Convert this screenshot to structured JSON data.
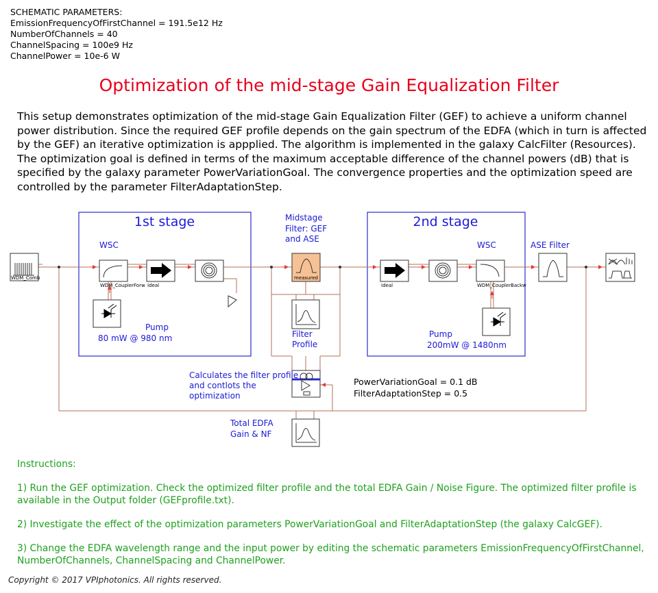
{
  "schematic_parameters": {
    "heading": "SCHEMATIC PARAMETERS:",
    "lines": [
      "EmissionFrequencyOfFirstChannel = 191.5e12 Hz",
      "NumberOfChannels = 40",
      "ChannelSpacing = 100e9 Hz",
      "ChannelPower = 10e-6 W"
    ]
  },
  "title": "Optimization of the mid-stage Gain Equalization Filter",
  "description": "This setup demonstrates optimization of the mid-stage Gain Equalization Filter (GEF) to achieve a uniform channel power distribution. Since the required GEF profile depends on the gain spectrum of the EDFA (which in turn is affected by the GEF) an iterative optimization is appplied. The algorithm is implemented in the galaxy CalcFilter (Resources). The optimization goal is defined in terms of the maximum acceptable difference of the channel powers (dB) that is specified by the galaxy parameter PowerVariationGoal. The convergence properties and the optimization speed are controlled by the parameter FilterAdaptationStep.",
  "diagram": {
    "stage1": {
      "title": "1st stage",
      "wsc": "WSC",
      "pump_label": "Pump",
      "pump_value": "80 mW @ 980 nm",
      "coupler_name": "WDM_CouplerForw",
      "isolator_name": "Ideal"
    },
    "stage2": {
      "title": "2nd stage",
      "wsc": "WSC",
      "pump_label": "Pump",
      "pump_value": "200mW @ 1480nm",
      "coupler_name": "WDM_CouplerBackw",
      "isolator_name": "Ideal"
    },
    "midstage": {
      "line1": "Midstage",
      "line2": "Filter: GEF",
      "line3": "and ASE",
      "block_label": "measured"
    },
    "ase_filter": "ASE Filter",
    "filter_profile": {
      "line1": "Filter",
      "line2": "Profile"
    },
    "calc": {
      "line1": "Calculates the filter profile",
      "line2": "and contlots the",
      "line3": "optimization"
    },
    "params": {
      "goal": "PowerVariationGoal = 0.1 dB",
      "step": "FilterAdaptationStep = 0.5"
    },
    "total_edfa": {
      "line1": "Total EDFA",
      "line2": "Gain & NF"
    },
    "source_name": "WDM_Comb"
  },
  "instructions": {
    "heading": "Instructions:",
    "items": [
      "1) Run the GEF optimization. Check the optimized filter profile and the total EDFA Gain / Noise Figure. The optimized filter profile is available in the Output folder (GEFprofile.txt).",
      "2) Investigate the effect of the optimization parameters PowerVariationGoal and FilterAdaptationStep (the galaxy CalcGEF).",
      "3) Change the EDFA wavelength range and the input power by editing the schematic parameters EmissionFrequencyOfFirstChannel, NumberOfChannels, ChannelSpacing and ChannelPower."
    ]
  },
  "copyright": "Copyright © 2017 VPIphotonics. All rights reserved.",
  "colors": {
    "title": "#e8001c",
    "labels": "#1a1ad6",
    "instructions": "#1fa11f",
    "wire": "#b0705a",
    "stage_border": "#2a2ad0"
  }
}
